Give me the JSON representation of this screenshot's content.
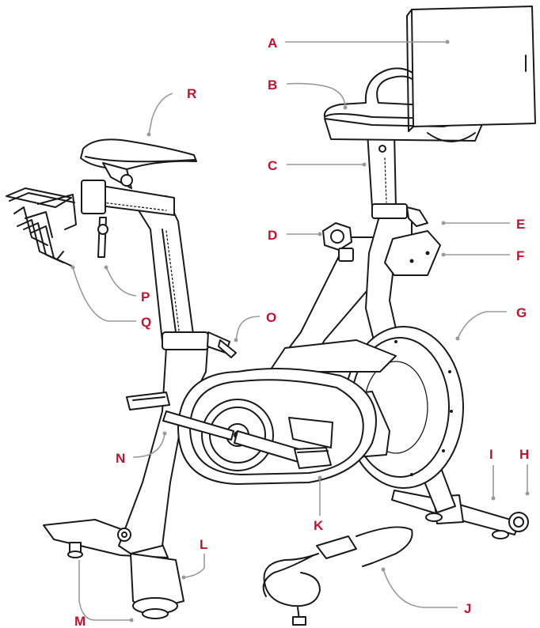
{
  "labels": {
    "A": "A",
    "B": "B",
    "C": "C",
    "D": "D",
    "E": "E",
    "F": "F",
    "G": "G",
    "H": "H",
    "I": "I",
    "J": "J",
    "K": "K",
    "L": "L",
    "M": "M",
    "N": "N",
    "O": "O",
    "P": "P",
    "Q": "Q",
    "R": "R"
  },
  "colors": {
    "label": "#c8102e",
    "leader": "#9a9a9a",
    "line": "#1a1a1a"
  }
}
